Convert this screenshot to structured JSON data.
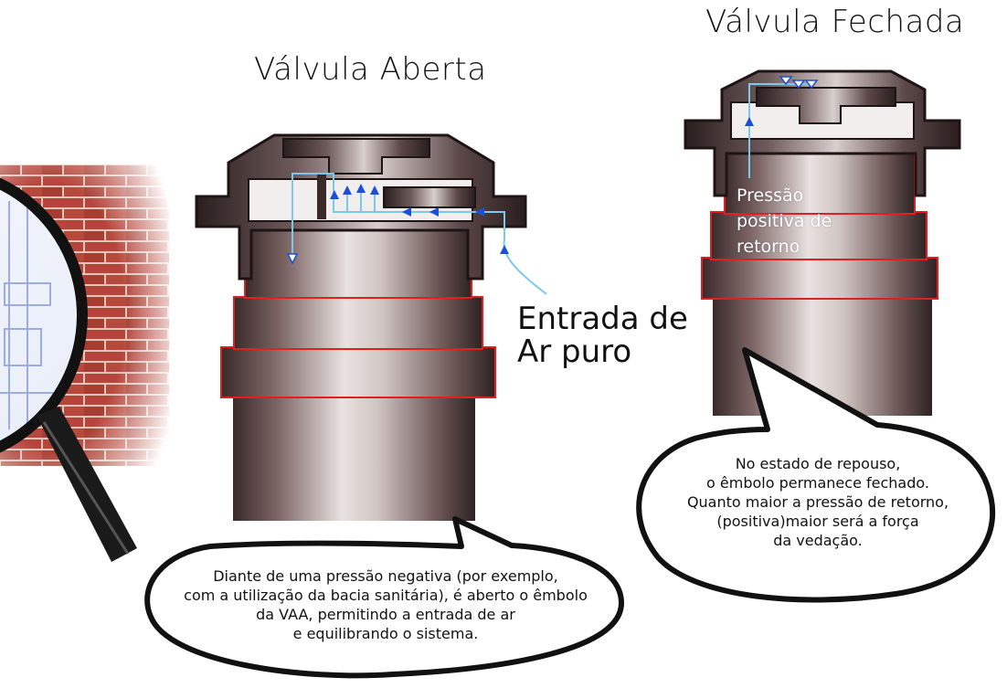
{
  "open_valve": {
    "title": "Válvula Aberta",
    "air_label_line1": "Entrada de",
    "air_label_line2": "Ar puro",
    "bubble_lines": [
      "Diante de uma pressão negativa (por exemplo,",
      "com a utilização da bacia sanitária), é aberto o êmbolo",
      "da VAA, permitindo a entrada de ar",
      "e equilibrando o sistema."
    ]
  },
  "closed_valve": {
    "title": "Válvula Fechada",
    "pressure_line1": "Pressão",
    "pressure_line2": "positiva de",
    "pressure_line3": "retorno",
    "bubble_lines": [
      "No estado de repouso,",
      "o êmbolo permanece fechado.",
      "Quanto maior a pressão de retorno,",
      "(positiva)maior será a força",
      "da  vedação."
    ]
  },
  "colors": {
    "brick": "#b5453a",
    "seal_outline": "#e02020",
    "airflow": "#7cc8e8",
    "arrow": "#1a4fd8"
  }
}
